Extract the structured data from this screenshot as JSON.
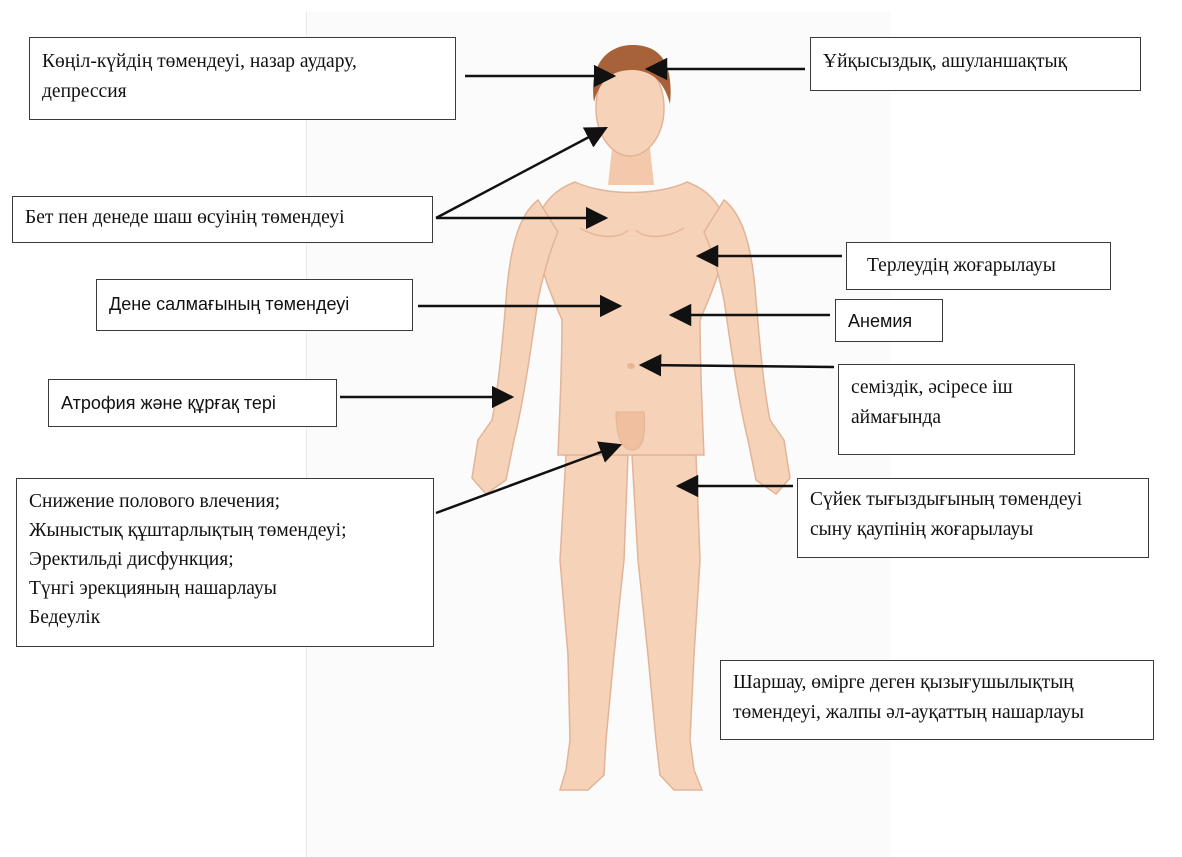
{
  "labels": {
    "mood": [
      "Көңіл-күйдің төмендеуі, назар аудару,",
      "депрессия"
    ],
    "insomnia": [
      "Ұйқысыздық, ашуланшақтық"
    ],
    "hair": [
      "Бет пен денеде шаш өсуінің төмендеуі"
    ],
    "sweating": [
      "Терлеудің жоғарылауы"
    ],
    "weight": [
      "Дене салмағының төмендеуі"
    ],
    "anemia": [
      "Анемия"
    ],
    "skin": [
      "Атрофия және құрғақ тері"
    ],
    "obesity": [
      "семіздік, әсіресе іш",
      "аймағында"
    ],
    "sexual": [
      "Снижение полового влечения;",
      "Жыныстық құштарлықтың төмендеуі;",
      "Эректильді дисфункция;",
      "Түнгі эрекцияның нашарлауы",
      "Бедеулік"
    ],
    "bone": [
      "Сүйек тығыздығының төмендеуі",
      "сыну қаупінің жоғарылауы"
    ],
    "fatigue": [
      "Шаршау, өмірге деген қызығушылықтың",
      "төмендеуі, жалпы әл-ауқаттың нашарлауы"
    ]
  },
  "colors": {
    "skin": "#f6d3b8",
    "skin_shadow": "#e7b698",
    "hair": "#a8623a",
    "arrow": "#111111",
    "box_border": "#3a3a3a"
  }
}
